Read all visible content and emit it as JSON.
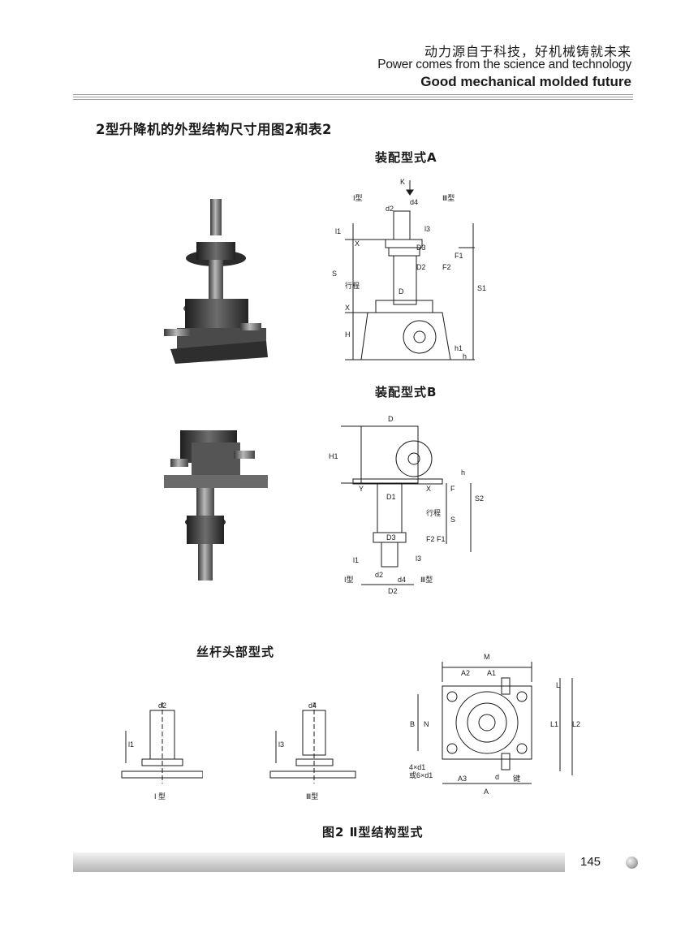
{
  "header": {
    "cn": "动力源自于科技，好机械铸就未来",
    "en1": "Power comes from the science and technology",
    "en2": "Good mechanical molded future"
  },
  "intro": "2型升降机的外型结构尺寸用图2和表2",
  "assembly_a": {
    "title": "装配型式A",
    "labels": {
      "K": "K",
      "type1": "I型",
      "type3": "Ⅲ型",
      "d2": "d2",
      "d4": "d4",
      "l1": "l1",
      "l3": "l3",
      "X": "X",
      "D3": "D3",
      "F1": "F1",
      "F2": "F2",
      "D2": "D2",
      "S": "S",
      "stroke": "行程",
      "D": "D",
      "S1": "S1",
      "H": "H",
      "h1": "h1",
      "h": "h"
    }
  },
  "assembly_b": {
    "title": "装配型式B",
    "labels": {
      "D": "D",
      "H1": "H1",
      "h": "h",
      "F": "F",
      "Y": "Y",
      "X": "X",
      "D1": "D1",
      "stroke": "行程",
      "S": "S",
      "S2": "S2",
      "D3": "D3",
      "F2": "F2",
      "F1": "F1",
      "l1": "l1",
      "l3": "l3",
      "type1": "I型",
      "type3": "Ⅲ型",
      "d2": "d2",
      "d4": "d4",
      "D2": "D2"
    }
  },
  "screw_head": {
    "title": "丝杆头部型式",
    "type1": {
      "d": "d2",
      "l": "l1",
      "caption": "I 型"
    },
    "type3": {
      "d": "d4",
      "l": "l3",
      "caption": "Ⅲ型"
    }
  },
  "top_view": {
    "labels": {
      "M": "M",
      "A2": "A2",
      "A1": "A1",
      "L": "L",
      "L1": "L1",
      "L2": "L2",
      "B": "B",
      "N": "N",
      "hole1": "4×d1",
      "hole2": "或6×d1",
      "A3": "A3",
      "d": "d",
      "key": "键",
      "A": "A"
    }
  },
  "figure_caption": "图2  Ⅱ型结构型式",
  "page_number": "145"
}
